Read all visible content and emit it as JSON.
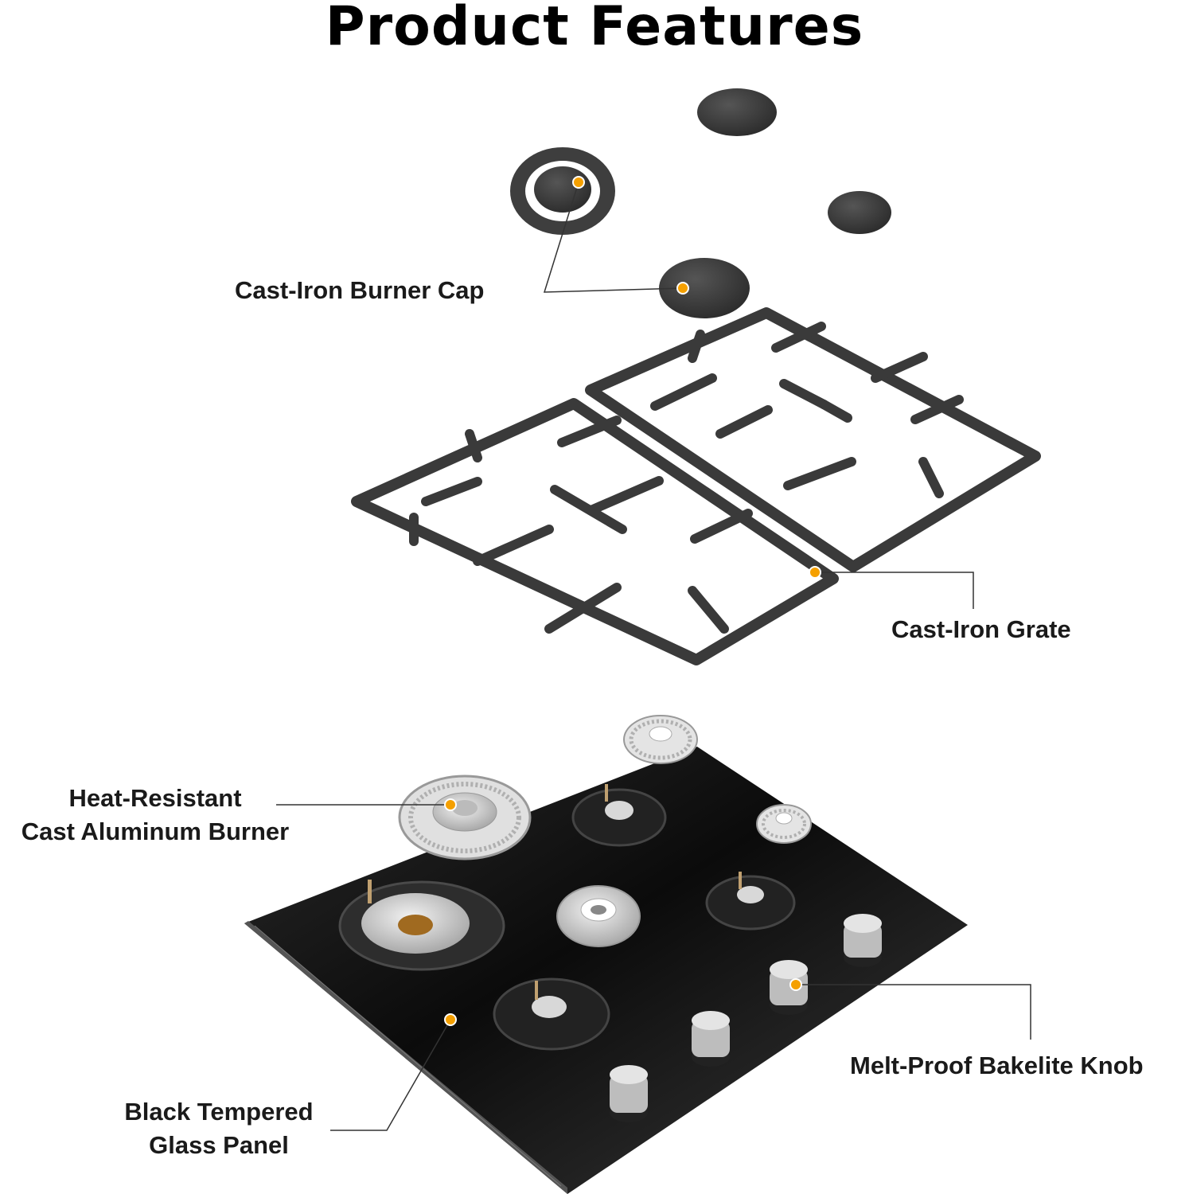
{
  "title": "Product Features",
  "colors": {
    "marker": "#f5a000",
    "cast_iron": "#3b3b3b",
    "glass": "#0f0f0f",
    "aluminum": "#d4d4d4"
  },
  "callouts": {
    "burner_cap": {
      "label": "Cast-Iron Burner Cap"
    },
    "grate": {
      "label": "Cast-Iron Grate"
    },
    "burner": {
      "line1": "Heat-Resistant",
      "line2": "Cast Aluminum Burner"
    },
    "knob": {
      "label": "Melt-Proof Bakelite Knob"
    },
    "panel": {
      "line1": "Black Tempered",
      "line2": "Glass Panel"
    }
  }
}
